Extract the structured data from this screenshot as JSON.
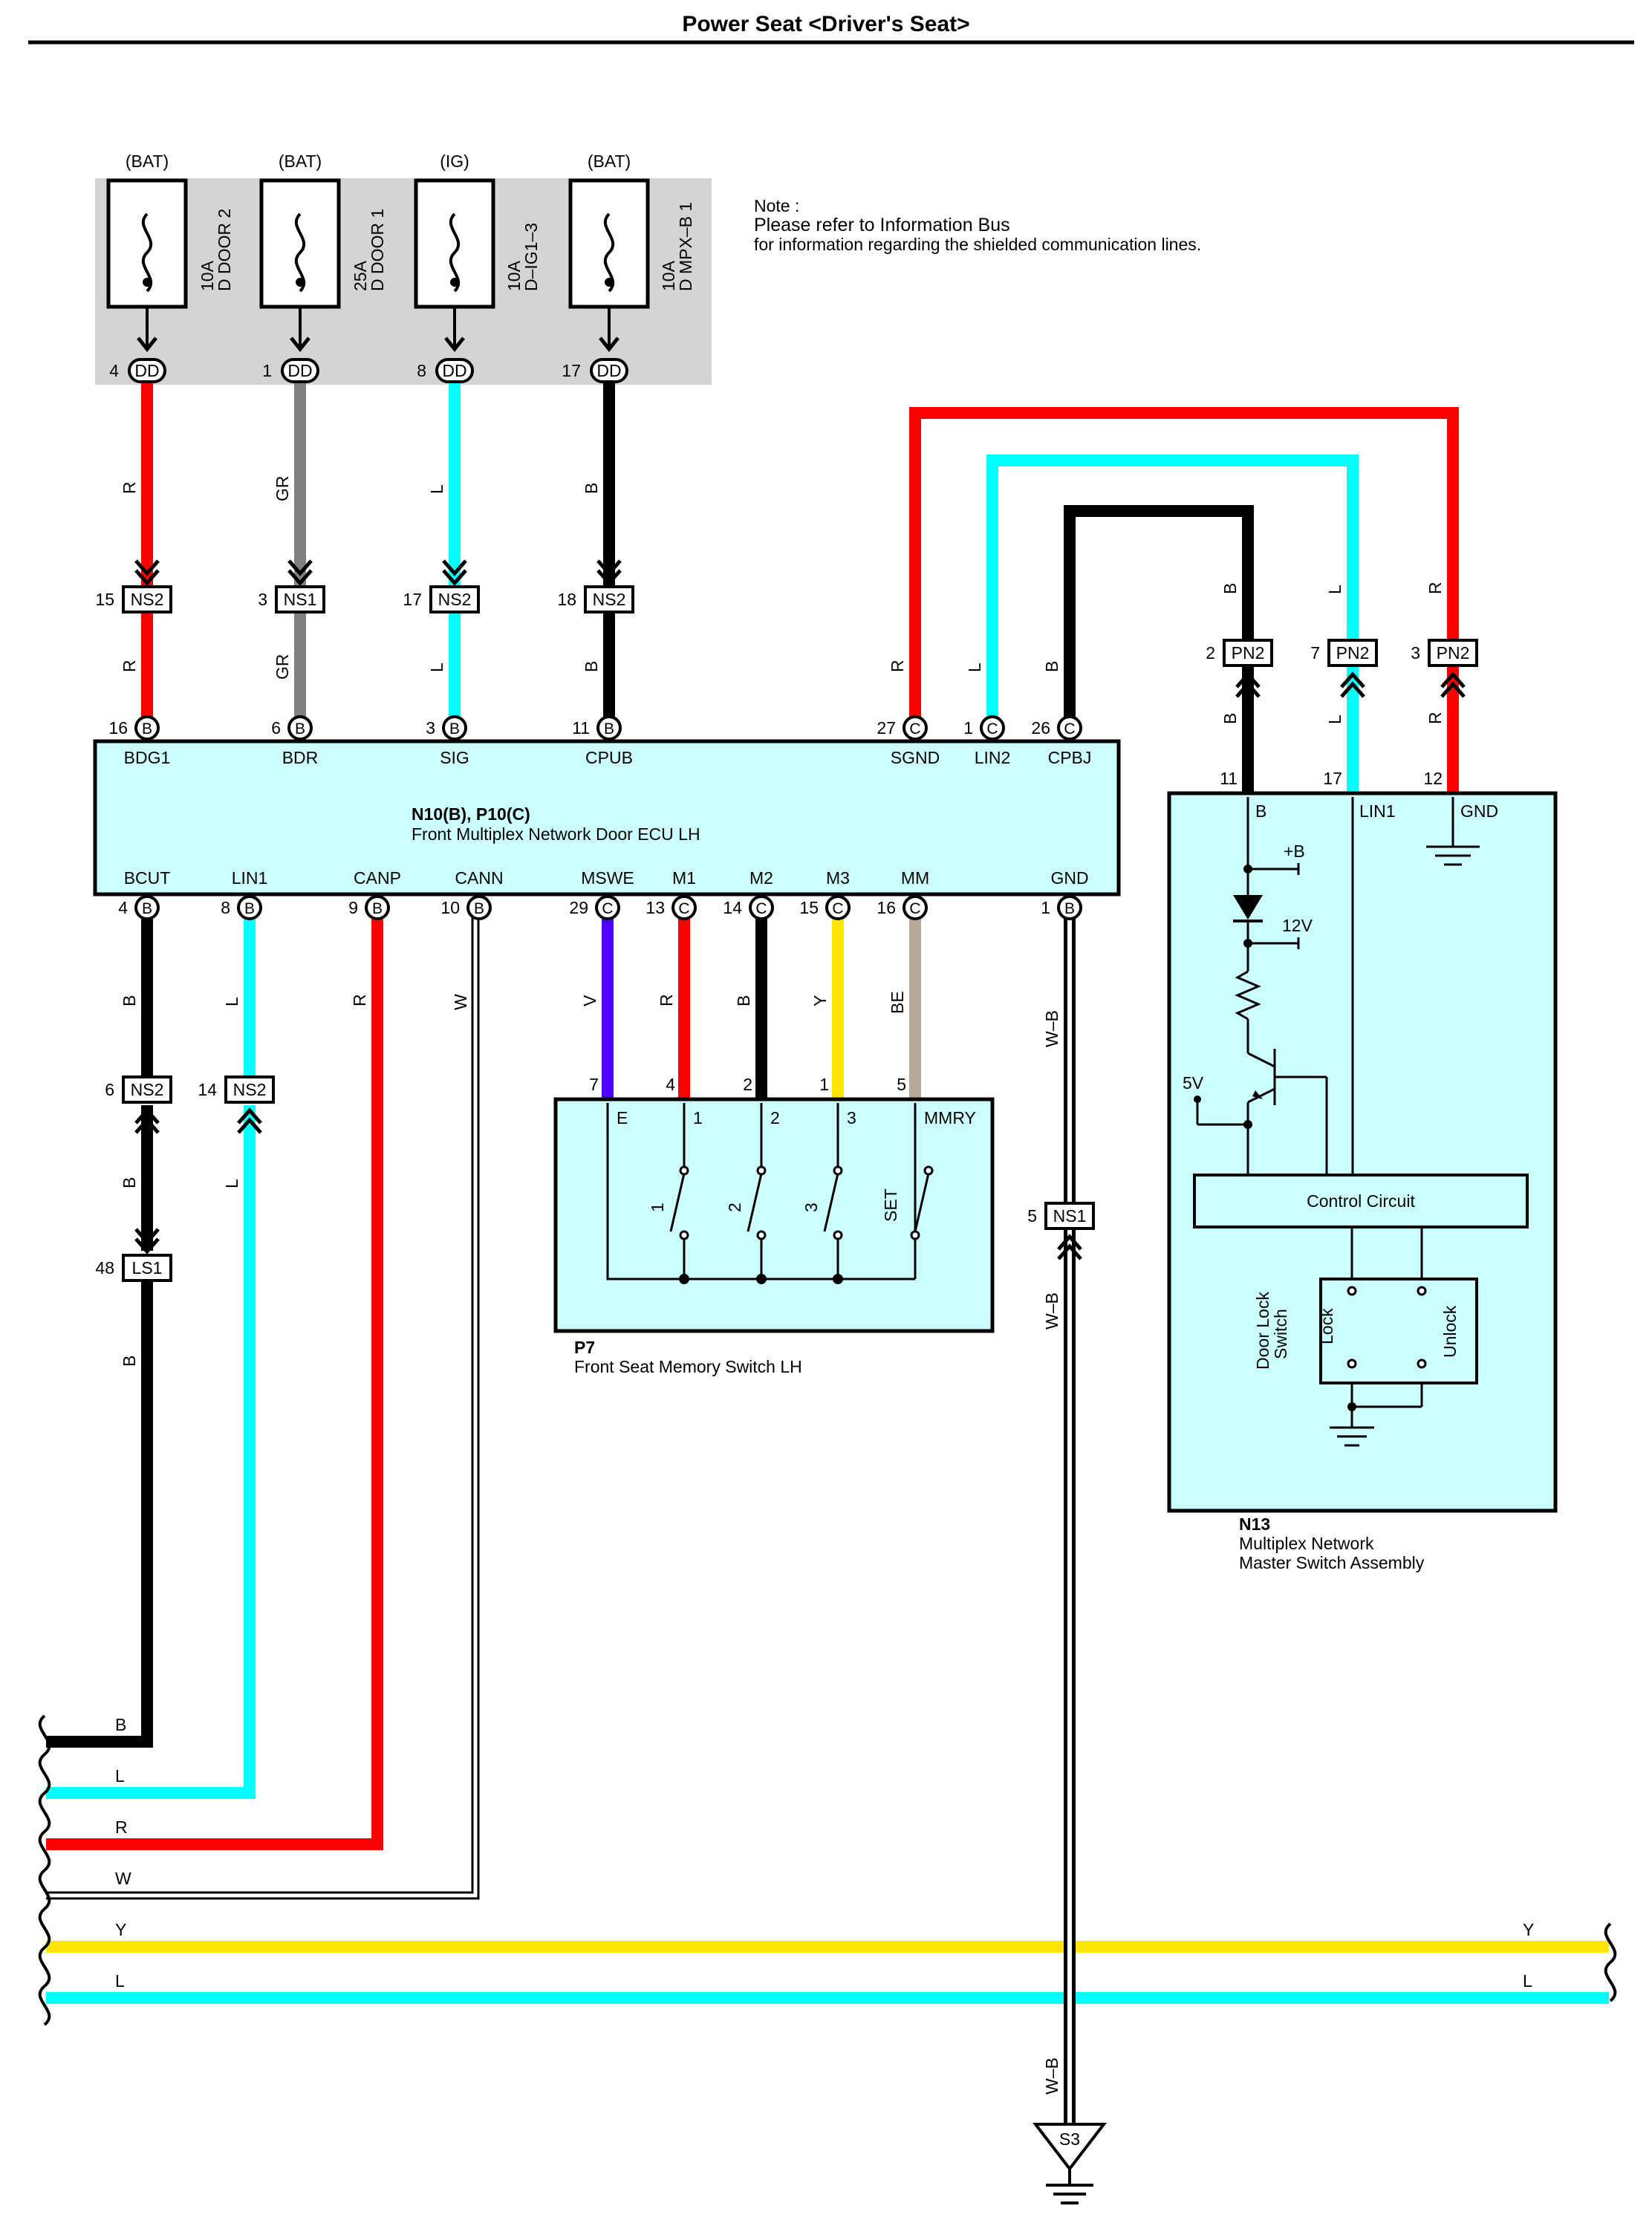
{
  "title": "Power Seat <Driver's Seat>",
  "note": {
    "line1": "Note :",
    "line2": "Please refer to Information Bus",
    "line3": "for information regarding the shielded communication lines."
  },
  "fuses": [
    {
      "source": "(BAT)",
      "rating": "10A",
      "name": "D DOOR 2",
      "pin": "4",
      "connector": "DD"
    },
    {
      "source": "(BAT)",
      "rating": "25A",
      "name": "D DOOR 1",
      "pin": "1",
      "connector": "DD"
    },
    {
      "source": "(IG)",
      "rating": "10A",
      "name": "D–IG1–3",
      "pin": "8",
      "connector": "DD"
    },
    {
      "source": "(BAT)",
      "rating": "10A",
      "name": "D MPX–B 1",
      "pin": "17",
      "connector": "DD"
    }
  ],
  "colors": {
    "red": "#ff0000",
    "gray": "#808080",
    "cyan": "#00ffff",
    "black": "#000000",
    "violet": "#5000ff",
    "yellow": "#ffe600",
    "beige": "#b8a898",
    "box_fill": "#ccffff",
    "fuse_panel": "#d4d4d4"
  },
  "ecu": {
    "name": "N10(B), P10(C)",
    "desc": "Front Multiplex Network Door ECU LH",
    "top_pins": [
      {
        "pin": "16",
        "conn": "B",
        "label": "BDG1",
        "wire": "R"
      },
      {
        "pin": "6",
        "conn": "B",
        "label": "BDR",
        "wire": "GR"
      },
      {
        "pin": "3",
        "conn": "B",
        "label": "SIG",
        "wire": "L"
      },
      {
        "pin": "11",
        "conn": "B",
        "label": "CPUB",
        "wire": "B"
      },
      {
        "pin": "27",
        "conn": "C",
        "label": "SGND",
        "wire": "R"
      },
      {
        "pin": "1",
        "conn": "C",
        "label": "LIN2",
        "wire": "L"
      },
      {
        "pin": "26",
        "conn": "C",
        "label": "CPBJ",
        "wire": "B"
      }
    ],
    "bottom_pins": [
      {
        "pin": "4",
        "conn": "B",
        "label": "BCUT",
        "wire": "B"
      },
      {
        "pin": "8",
        "conn": "B",
        "label": "LIN1",
        "wire": "L"
      },
      {
        "pin": "9",
        "conn": "B",
        "label": "CANP",
        "wire": "R"
      },
      {
        "pin": "10",
        "conn": "B",
        "label": "CANN",
        "wire": "W"
      },
      {
        "pin": "29",
        "conn": "C",
        "label": "MSWE",
        "wire": "V"
      },
      {
        "pin": "13",
        "conn": "C",
        "label": "M1",
        "wire": "R"
      },
      {
        "pin": "14",
        "conn": "C",
        "label": "M2",
        "wire": "B"
      },
      {
        "pin": "15",
        "conn": "C",
        "label": "M3",
        "wire": "Y"
      },
      {
        "pin": "16",
        "conn": "C",
        "label": "MM",
        "wire": "BE"
      },
      {
        "pin": "1",
        "conn": "B",
        "label": "GND",
        "wire": "W–B"
      }
    ]
  },
  "top_connectors": [
    {
      "pin": "15",
      "name": "NS2"
    },
    {
      "pin": "3",
      "name": "NS1"
    },
    {
      "pin": "17",
      "name": "NS2"
    },
    {
      "pin": "18",
      "name": "NS2"
    }
  ],
  "pn2": [
    {
      "pin": "2",
      "name": "PN2",
      "wire": "B",
      "n13_pin": "11"
    },
    {
      "pin": "7",
      "name": "PN2",
      "wire": "L",
      "n13_pin": "17"
    },
    {
      "pin": "3",
      "name": "PN2",
      "wire": "R",
      "n13_pin": "12"
    }
  ],
  "lower_left": {
    "ns2_a": {
      "pin": "6",
      "name": "NS2"
    },
    "ns2_b": {
      "pin": "14",
      "name": "NS2"
    },
    "ls1": {
      "pin": "48",
      "name": "LS1"
    },
    "ns1": {
      "pin": "5",
      "name": "NS1"
    }
  },
  "p7": {
    "id": "P7",
    "desc": "Front Seat Memory Switch LH",
    "pins": [
      "7",
      "4",
      "2",
      "1",
      "5"
    ],
    "labels": [
      "E",
      "1",
      "2",
      "3",
      "MMRY"
    ],
    "switches": [
      "1",
      "2",
      "3",
      "SET"
    ]
  },
  "n13": {
    "id": "N13",
    "desc1": "Multiplex Network",
    "desc2": "Master Switch Assembly",
    "b_label": "B",
    "lin1_label": "LIN1",
    "gnd_label": "GND",
    "plus_b": "+B",
    "v12": "12V",
    "v5": "5V",
    "control": "Control Circuit",
    "door_lock_1": "Door Lock",
    "door_lock_2": "Switch",
    "lock": "Lock",
    "unlock": "Unlock"
  },
  "bundle": {
    "left_labels": [
      "B",
      "L",
      "R",
      "W",
      "Y",
      "L"
    ],
    "right_labels": [
      "Y",
      "L"
    ]
  },
  "ground": {
    "name": "S3",
    "wire": "W–B"
  }
}
